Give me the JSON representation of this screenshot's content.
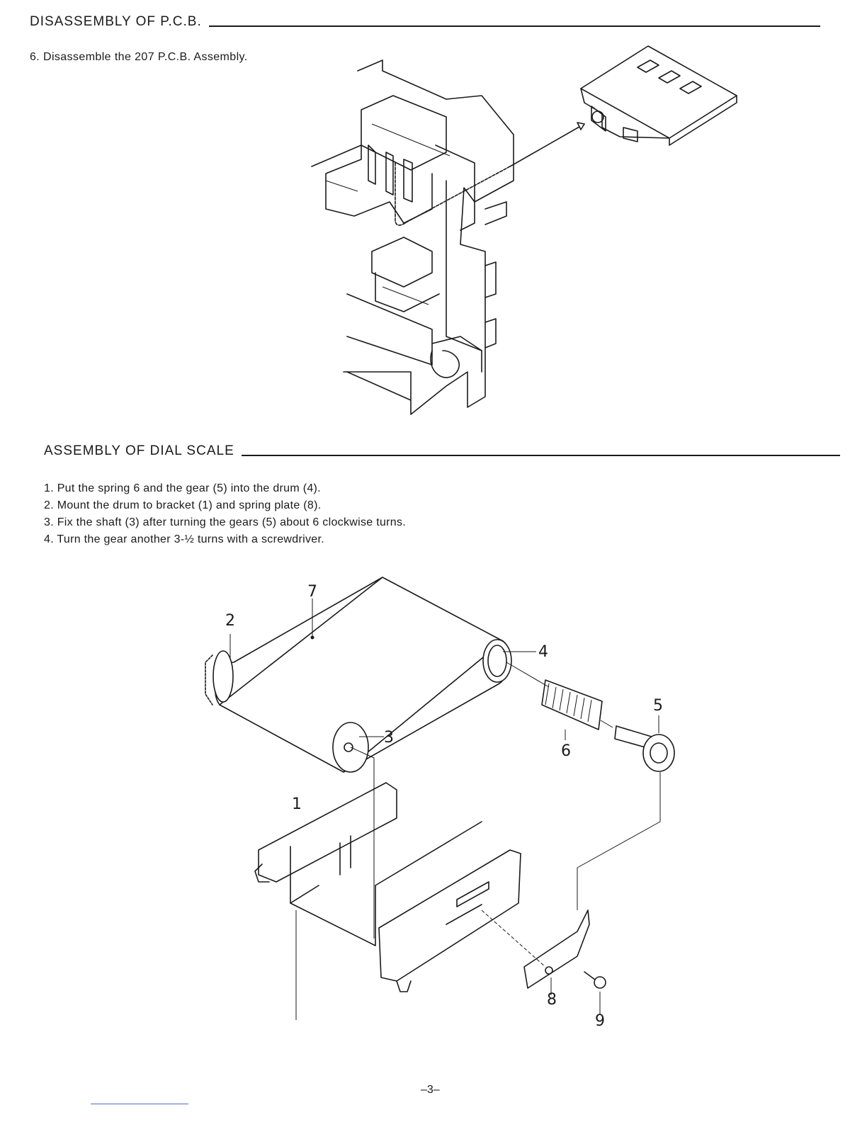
{
  "sections": {
    "pcb": {
      "title": "DISASSEMBLY OF P.C.B.",
      "step": "6. Disassemble the 207 P.C.B. Assembly."
    },
    "dial": {
      "title": "ASSEMBLY OF DIAL SCALE",
      "steps": [
        "1. Put the spring 6 and the gear (5) into the drum (4).",
        "2. Mount the drum to bracket (1) and spring plate (8).",
        "3. Fix the shaft (3) after turning the gears (5) about 6 clockwise turns.",
        "4. Turn the gear another 3-½ turns with a screwdriver."
      ]
    }
  },
  "figure_labels": {
    "l1": "1",
    "l2": "2",
    "l3": "3",
    "l4": "4",
    "l5": "5",
    "l6": "6",
    "l7": "7",
    "l8": "8",
    "l9": "9"
  },
  "page_number": "–3–"
}
